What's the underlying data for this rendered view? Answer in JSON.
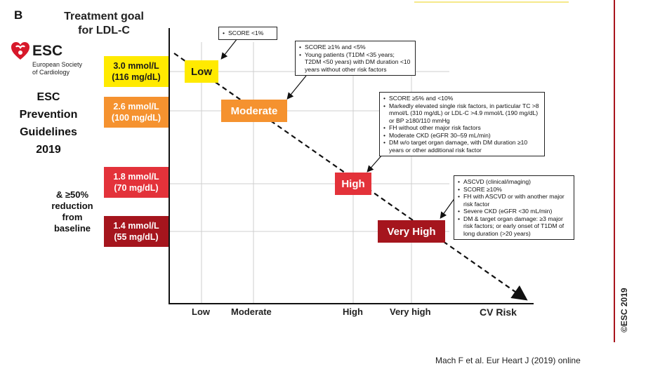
{
  "header": {
    "panel_letter": "B",
    "title_line1": "Treatment goal",
    "title_line2": "for LDL-C"
  },
  "logo": {
    "name": "ESC",
    "society_line1": "European Society",
    "society_line2": "of Cardiology",
    "icon": "esc-heart-icon",
    "color": "#d7182a"
  },
  "guidelines": {
    "line1": "ESC",
    "line2": "Prevention",
    "line3": "Guidelines",
    "line4": "2019"
  },
  "reduction_note": {
    "line1": "& ≥50%",
    "line2": "reduction",
    "line3": "from",
    "line4": "baseline"
  },
  "targets": [
    {
      "mmol": "3.0 mmol/L",
      "mg": "(116 mg/dL)",
      "color": "#ffea00"
    },
    {
      "mmol": "2.6 mmol/L",
      "mg": "(100 mg/dL)",
      "color": "#f5922f"
    },
    {
      "mmol": "1.8 mmol/L",
      "mg": "(70 mg/dL)",
      "color": "#e3323a"
    },
    {
      "mmol": "1.4 mmol/L",
      "mg": "(55 mg/dL)",
      "color": "#a5151d"
    }
  ],
  "risk_levels": [
    {
      "label": "Low",
      "color": "#ffea00"
    },
    {
      "label": "Moderate",
      "color": "#f5922f"
    },
    {
      "label": "High",
      "color": "#e3323a"
    },
    {
      "label": "Very High",
      "color": "#a5151d"
    }
  ],
  "notes": {
    "low": [
      "SCORE <1%"
    ],
    "moderate": [
      "SCORE ≥1% and <5%",
      "Young patients (T1DM <35 years; T2DM <50 years) with DM duration <10 years without other risk factors"
    ],
    "high": [
      "SCORE ≥5% and <10%",
      "Markedly elevated single risk factors, in particular TC >8 mmol/L (310 mg/dL) or LDL-C >4.9 mmol/L (190 mg/dL) or BP ≥180/110 mmHg",
      "FH without other major risk factors",
      "Moderate CKD (eGFR 30–59 mL/min)",
      "DM w/o target organ damage, with DM duration ≥10 years or other additional risk factor"
    ],
    "very_high": [
      "ASCVD (clinical/imaging)",
      "SCORE ≥10%",
      "FH with ASCVD or with another major risk factor",
      "Severe CKD (eGFR <30 mL/min)",
      "DM & target organ damage: ≥3 major risk factors; or early onset of T1DM of long duration (>20 years)"
    ]
  },
  "x_axis": {
    "ticks": [
      "Low",
      "Moderate",
      "High",
      "Very high"
    ],
    "title": "CV Risk"
  },
  "copyright": "©ESC 2019",
  "citation": "Mach F et al. Eur Heart J (2019) online"
}
